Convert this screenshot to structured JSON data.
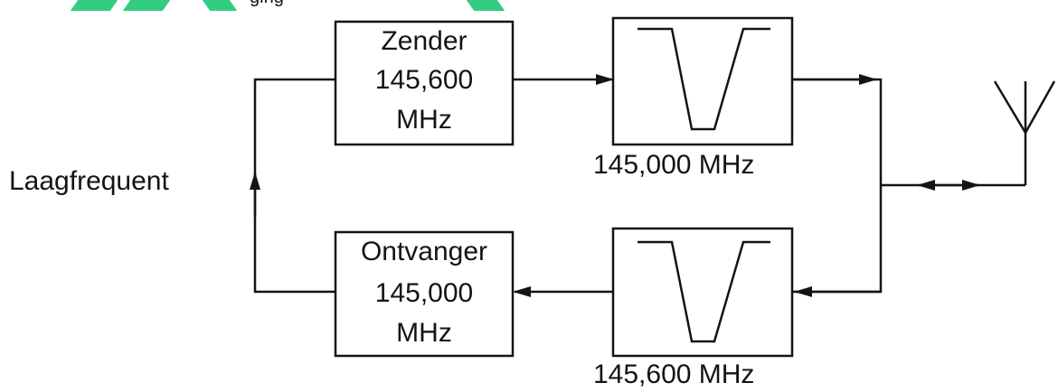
{
  "colors": {
    "line": "#141414",
    "background": "#ffffff",
    "watermark": "#33cc80"
  },
  "header_fragment": "ging",
  "transmitter": {
    "line1": "Zender",
    "line2": "145,600",
    "line3": "MHz"
  },
  "receiver": {
    "line1": "Ontvanger",
    "line2": "145,000",
    "line3": "MHz"
  },
  "filter_top": {
    "label": "145,000 MHz",
    "icon": "notch-filter-icon"
  },
  "filter_bottom": {
    "label": "145,600 MHz",
    "icon": "notch-filter-icon"
  },
  "audio_label": "Laagfrequent",
  "antenna": {
    "icon": "antenna-icon"
  }
}
